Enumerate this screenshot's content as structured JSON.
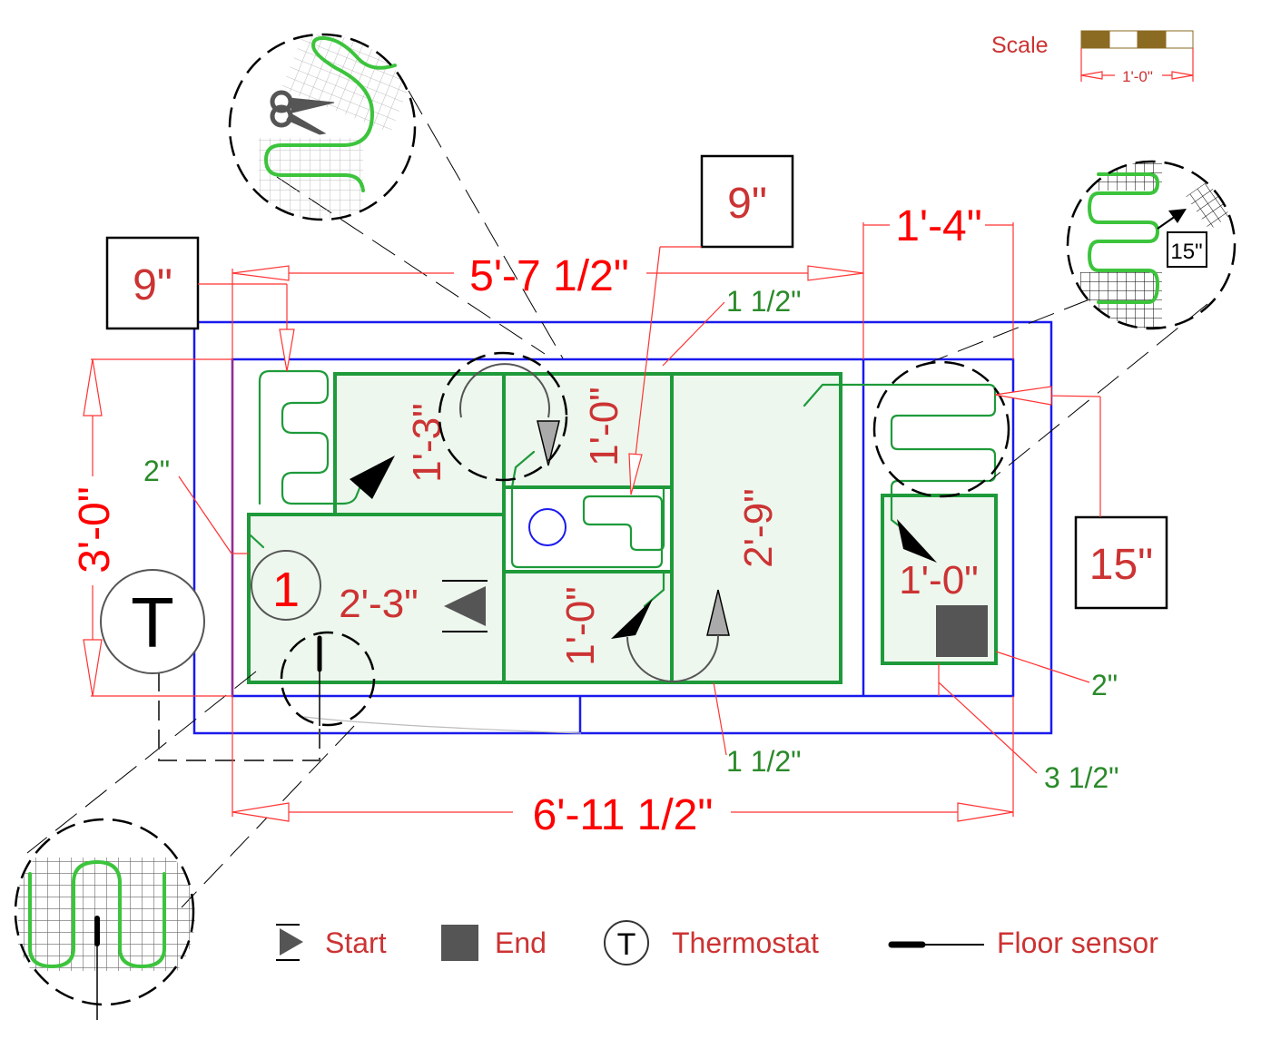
{
  "scale": {
    "label": "Scale",
    "dimension": "1'-0\"",
    "colors": {
      "dark": "#8b6a22",
      "light": "#ffffff"
    }
  },
  "dimensions": {
    "top_width": "5'-7 1/2\"",
    "right_width": "1'-4\"",
    "overall_width": "6'-11 1/2\"",
    "overall_height": "3'-0\""
  },
  "callout_boxes": {
    "left": "9\"",
    "center": "9\"",
    "right": "15\"",
    "detail_right": "15\""
  },
  "offsets": {
    "top_center": "1 1/2\"",
    "left": "2\"",
    "bottom_center": "1 1/2\"",
    "right_lower": "2\"",
    "bottom_right": "3 1/2\""
  },
  "mats": {
    "main_width": "2'-3\"",
    "upper_left": "1'-3\"",
    "upper_center": "1'-0\"",
    "lower_center": "1'-0\"",
    "tall_right": "2'-9\"",
    "small_right": "1'-0\""
  },
  "zone_number": "1",
  "thermostat_symbol": "T",
  "legend": {
    "start": "Start",
    "end": "End",
    "thermostat": "Thermostat",
    "thermostat_symbol": "T",
    "floor_sensor": "Floor sensor"
  },
  "colors": {
    "wall": "#1a1aee",
    "mat": "#1e9a3a",
    "dimension": "#ff0000",
    "label": "#cc3333",
    "offset": "#2a8a2a",
    "end_marker": "#555555"
  }
}
